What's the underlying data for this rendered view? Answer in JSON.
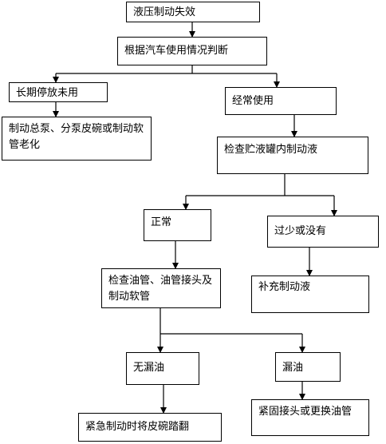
{
  "nodes": {
    "root": "液压制动失效",
    "judge": "根据汽车使用情况判断",
    "long_unused": "长期停放未用",
    "aging": "制动总泵、分泵皮碗或制动软管老化",
    "often_used": "经常使用",
    "check_reservoir": "检查贮液罐内制动液",
    "normal": "正常",
    "low_or_none": "过少或没有",
    "check_lines": "检查油管、油管接头及制动软管",
    "refill": "补充制动液",
    "no_leak": "无漏油",
    "leak": "漏油",
    "flipped_cup": "紧急制动时将皮碗踏翻",
    "tighten_replace": "紧固接头或更换油管"
  }
}
